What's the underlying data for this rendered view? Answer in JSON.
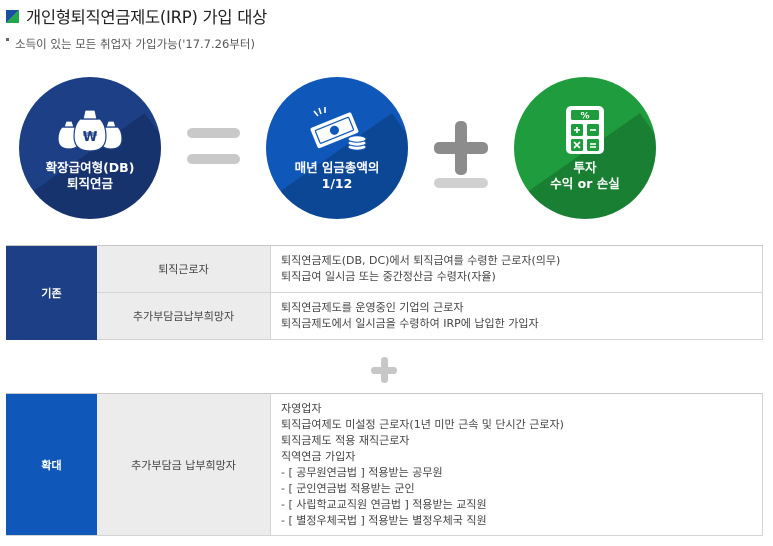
{
  "title": "개인형퇴직연금제도(IRP) 가입 대상",
  "note": "소득이 있는 모든 취업자 가입가능('17.7.26부터)",
  "colors": {
    "navy": "#1d3f86",
    "blue": "#0f57b8",
    "green": "#1f9c3e",
    "gray_symbol": "#8c8c8c"
  },
  "circles": [
    {
      "label_line1": "확장급여형(DB)",
      "label_line2": "퇴직연금",
      "icon": "money-bags-icon",
      "bag_symbol": "₩"
    },
    {
      "label_line1": "매년 임금총액의",
      "label_line2": "1/12",
      "icon": "cash-and-coins-icon"
    },
    {
      "label_line1": "투자",
      "label_line2": "수익 or 손실",
      "icon": "calculator-icon",
      "calc_symbol": "%"
    }
  ],
  "operators": {
    "equals": "equals-icon",
    "plus": "plus-icon"
  },
  "table_basic": {
    "head": "기존",
    "rows": [
      {
        "category": "퇴직근로자",
        "lines": [
          "퇴직연금제도(DB, DC)에서 퇴직급여를 수령한 근로자(의무)",
          "퇴직급여 일시금 또는 중간정산금 수령자(자율)"
        ]
      },
      {
        "category": "추가부담금납부희망자",
        "lines": [
          "퇴직연금제도를 운영중인 기업의 근로자",
          "퇴직금제도에서 일시금을 수령하여 IRP에 납입한 가입자"
        ]
      }
    ]
  },
  "table_expanded": {
    "head": "확대",
    "rows": [
      {
        "category": "추가부담금 납부희망자",
        "lines": [
          "자영업자",
          "퇴직급여제도 미설정 근로자(1년 미만 근속 및 단시간 근로자)",
          "퇴직금제도 적용 재직근로자",
          "직역연금 가입자",
          "- [ 공무원연금법 ] 적용받는 공무원",
          "- [ 군인연금법 적용받는 군인",
          "- [ 사립학교교직원 연금법 ] 적용받는 교직원",
          "- [ 별정우체국법 ] 적용받는 별정우체국 직원"
        ]
      }
    ]
  }
}
